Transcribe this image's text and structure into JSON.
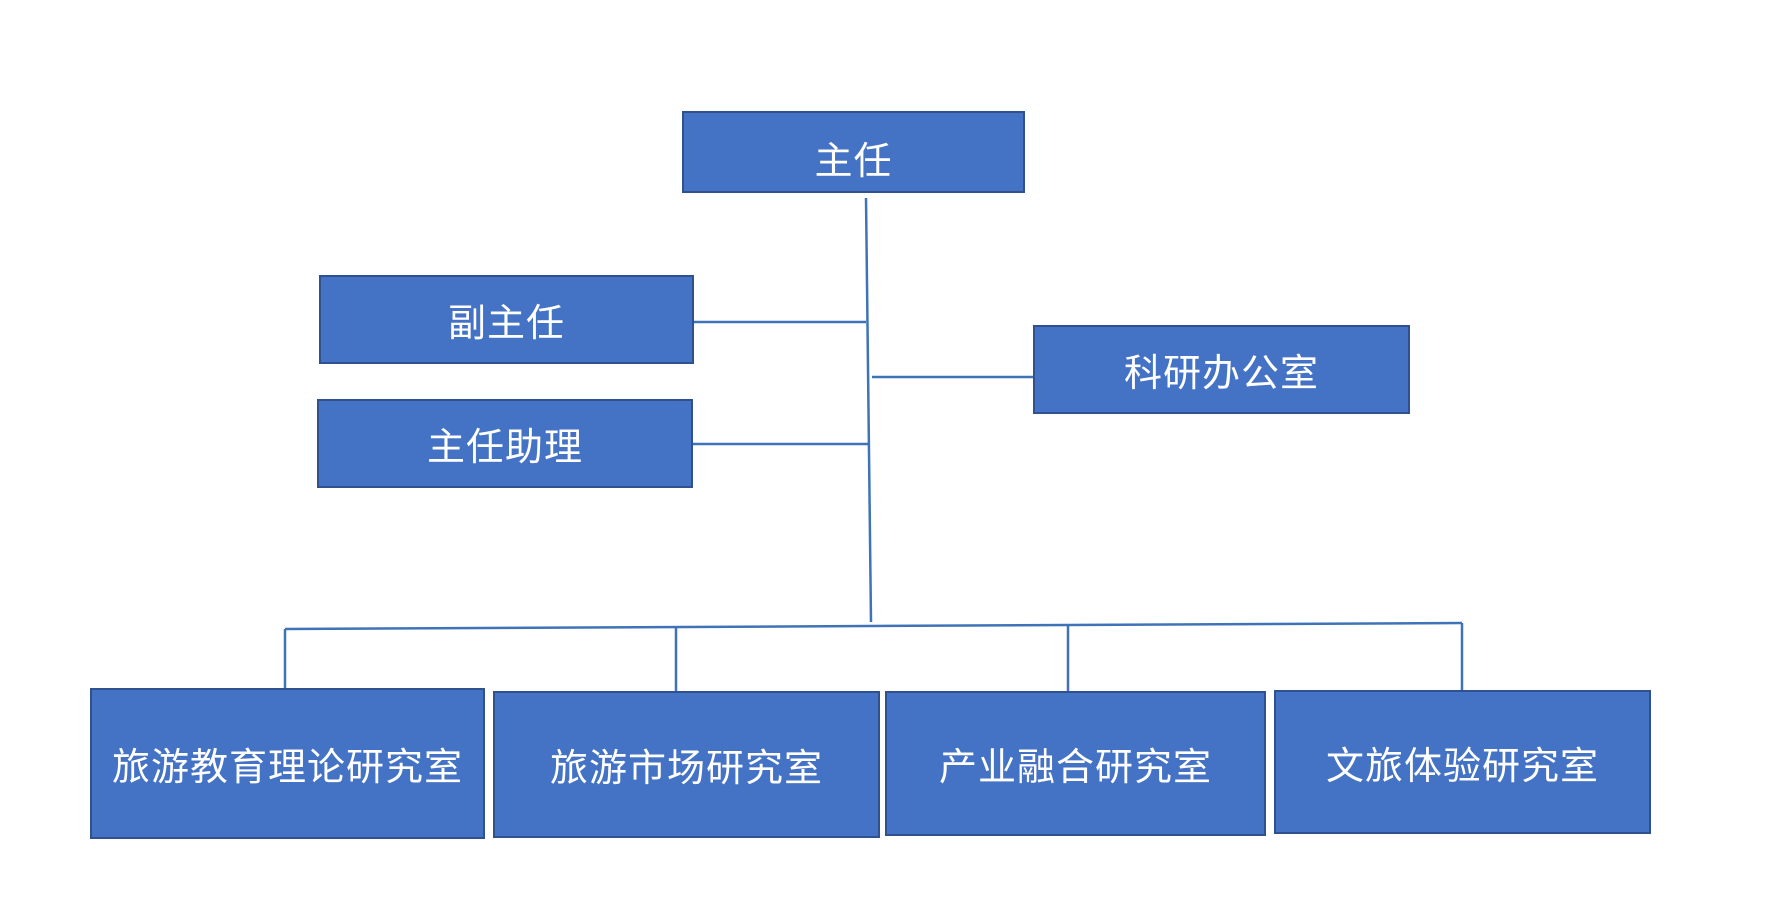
{
  "diagram": {
    "type": "org-chart",
    "colors": {
      "node_fill": "#4472c4",
      "node_border": "#2f528f",
      "node_text": "#ffffff",
      "connector": "#3f73b7"
    },
    "nodes": {
      "director": "主任",
      "deputy_director": "副主任",
      "director_assistant": "主任助理",
      "research_office": "科研办公室",
      "lab_tourism_education_theory": "旅游教育理论研究室",
      "lab_tourism_market": "旅游市场研究室",
      "lab_industry_integration": "产业融合研究室",
      "lab_culture_tourism_experience": "文旅体验研究室"
    },
    "edges": [
      {
        "from": "director",
        "to": "deputy_director"
      },
      {
        "from": "director",
        "to": "director_assistant"
      },
      {
        "from": "director",
        "to": "research_office"
      },
      {
        "from": "director",
        "to": "lab_tourism_education_theory"
      },
      {
        "from": "director",
        "to": "lab_tourism_market"
      },
      {
        "from": "director",
        "to": "lab_industry_integration"
      },
      {
        "from": "director",
        "to": "lab_culture_tourism_experience"
      }
    ]
  }
}
